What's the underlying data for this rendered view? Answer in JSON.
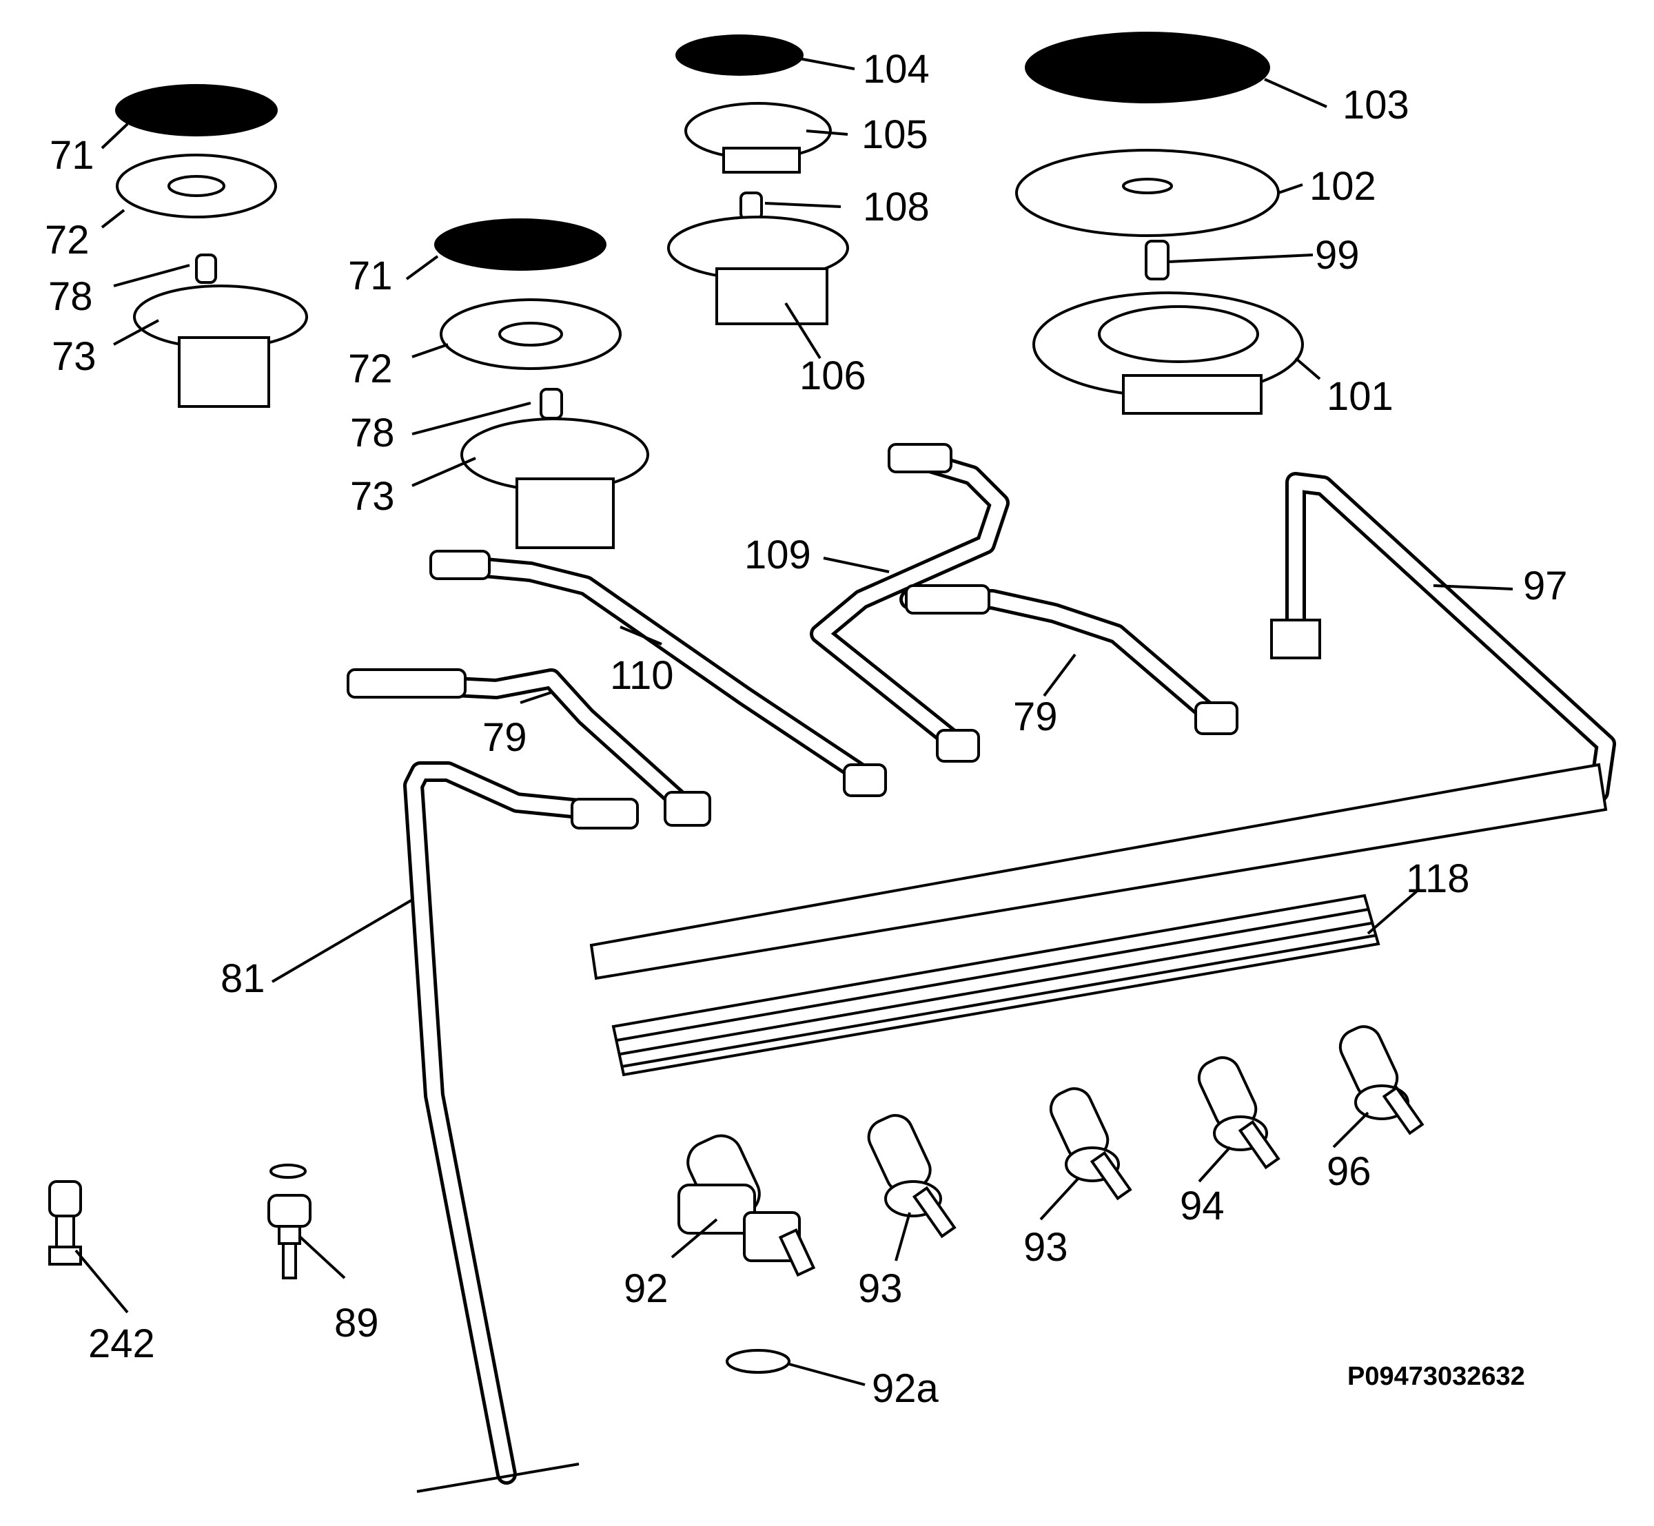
{
  "parts": {
    "p71a": "71",
    "p72a": "72",
    "p78a": "78",
    "p73a": "73",
    "p71b": "71",
    "p72b": "72",
    "p78b": "78",
    "p73b": "73",
    "p104": "104",
    "p105": "105",
    "p108": "108",
    "p106": "106",
    "p103": "103",
    "p102": "102",
    "p99": "99",
    "p101": "101",
    "p109": "109",
    "p110": "110",
    "p79a": "79",
    "p79b": "79",
    "p97": "97",
    "p81": "81",
    "p118": "118",
    "p92": "92",
    "p93a": "93",
    "p93b": "93",
    "p94": "94",
    "p96": "96",
    "p242": "242",
    "p89": "89",
    "p92a": "92a"
  },
  "drawing_code": "P09473032632"
}
